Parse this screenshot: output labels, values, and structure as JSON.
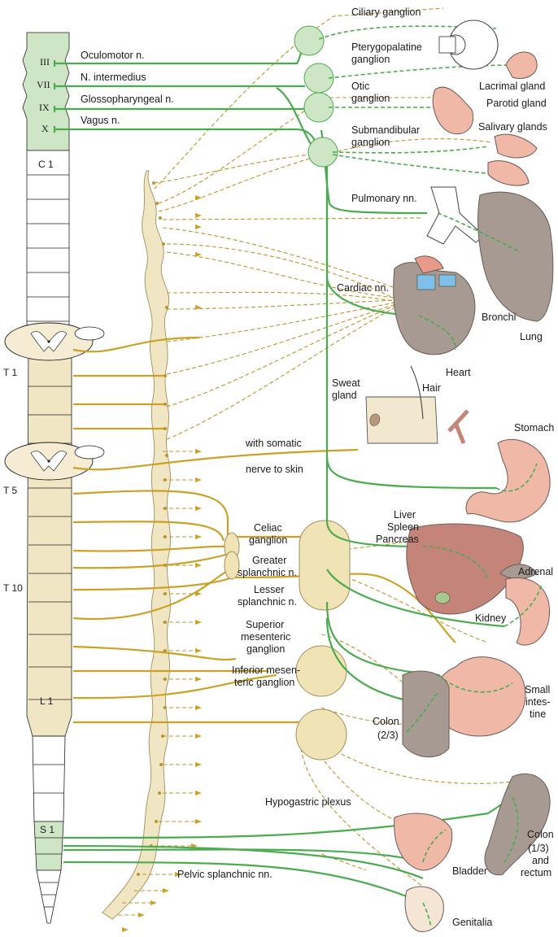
{
  "cranial_nerves": {
    "labels": {
      "oculomotor": "Oculomotor n.",
      "intermedius": "N. intermedius",
      "glossopharyngeal": "Glossopharyngeal n.",
      "vagus": "Vagus n."
    },
    "numerals": {
      "iii": "III",
      "vii": "VII",
      "ix": "IX",
      "x": "X"
    }
  },
  "spinal_levels": {
    "c1": "C 1",
    "t1": "T 1",
    "t5": "T 5",
    "t10": "T 10",
    "l1": "L 1",
    "s1": "S 1"
  },
  "ganglia": {
    "ciliary": "Ciliary ganglion",
    "pterygopalatine_1": "Pterygopalatine",
    "pterygopalatine_2": "ganglion",
    "otic_1": "Otic",
    "otic_2": "ganglion",
    "submandibular_1": "Submandibular",
    "submandibular_2": "ganglion",
    "celiac_1": "Celiac",
    "celiac_2": "ganglion",
    "greater_1": "Greater",
    "greater_2": "splanchnic n.",
    "lesser_1": "Lesser",
    "lesser_2": "splanchnic n.",
    "sup_mes_1": "Superior",
    "sup_mes_2": "mesenteric",
    "sup_mes_3": "ganglion",
    "inf_mes_1": "Inferior mesen-",
    "inf_mes_2": "teric ganglion"
  },
  "nerves": {
    "pulmonary": "Pulmonary nn.",
    "cardiac": "Cardiac nn.",
    "somatic_1": "with somatic",
    "somatic_2": "nerve to skin",
    "hypogastric": "Hypogastric plexus",
    "pelvic": "Pelvic splanchnic nn."
  },
  "organs": {
    "lacrimal": "Lacrimal gland",
    "parotid": "Parotid gland",
    "salivary": "Salivary glands",
    "bronchi": "Bronchi",
    "lung": "Lung",
    "heart": "Heart",
    "sweat_1": "Sweat",
    "sweat_2": "gland",
    "hair": "Hair",
    "stomach": "Stomach",
    "liver": "Liver",
    "spleen": "Spleen",
    "pancreas": "Pancreas",
    "adrenal": "Adrenal",
    "kidney": "Kidney",
    "small_1": "Small",
    "small_2": "intes-",
    "small_3": "tine",
    "colon23_1": "Colon",
    "colon23_2": "(2/3)",
    "colon13_1": "Colon",
    "colon13_2": "(1/3)",
    "colon13_3": "and",
    "colon13_4": "rectum",
    "bladder": "Bladder",
    "genitalia": "Genitalia"
  },
  "colors": {
    "parasympathetic": "#4bab4f",
    "sympathetic": "#c9a227",
    "cord_cranial": "#cfe6c6",
    "cord_thoracolumbar": "#f1e6c4",
    "ganglion_fill": "#f0e3b6",
    "organ_pink": "#f0b8a6",
    "organ_liver": "#c4847a",
    "organ_grey": "#a69a92"
  }
}
